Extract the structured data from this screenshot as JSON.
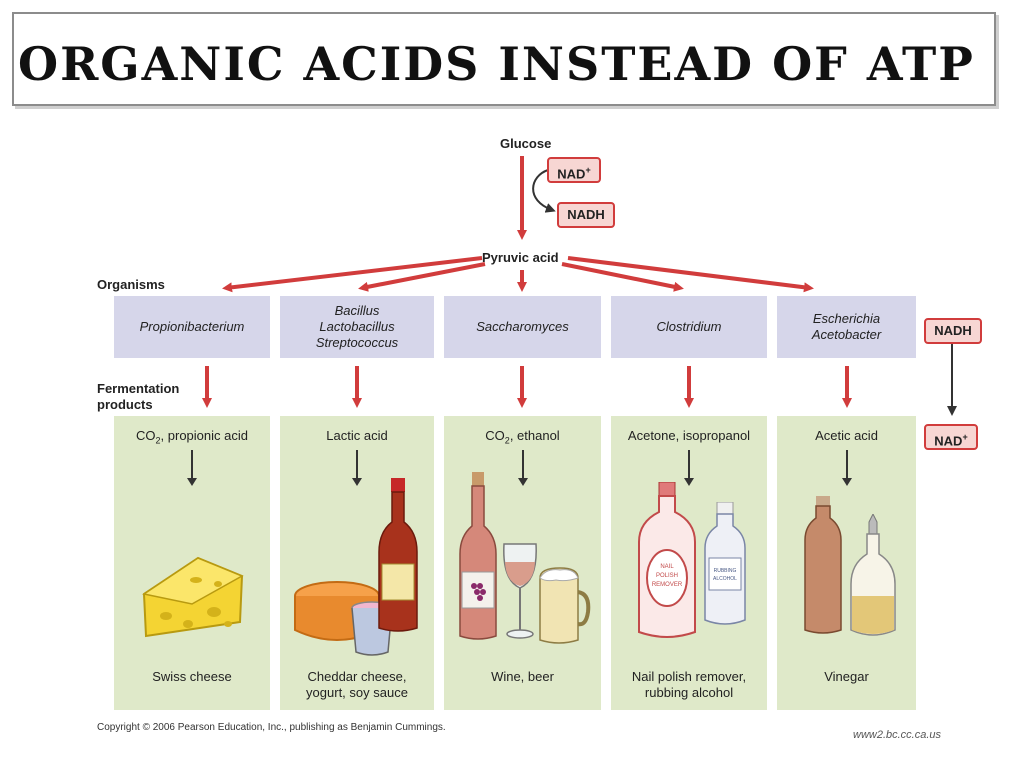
{
  "title": "ORGANIC ACIDS INSTEAD OF ATP",
  "diagram": {
    "glucose": "Glucose",
    "nad_plus": "NAD",
    "plus_sup": "+",
    "nadh": "NADH",
    "pyruvic_acid": "Pyruvic acid",
    "organisms_label": "Organisms",
    "fermentation_label_1": "Fermentation",
    "fermentation_label_2": "products",
    "right_nadh": "NADH",
    "right_nad_plus": "NAD",
    "columns": [
      {
        "organism_lines": [
          "Propionibacterium"
        ],
        "product_main": "CO",
        "product_sub": "2",
        "product_rest": ", propionic acid",
        "result_lines": [
          "Swiss cheese"
        ]
      },
      {
        "organism_lines": [
          "Bacillus",
          "Lactobacillus",
          "Streptococcus"
        ],
        "product_main": "Lactic acid",
        "product_sub": "",
        "product_rest": "",
        "result_lines": [
          "Cheddar cheese,",
          "yogurt, soy sauce"
        ]
      },
      {
        "organism_lines": [
          "Saccharomyces"
        ],
        "product_main": "CO",
        "product_sub": "2",
        "product_rest": ", ethanol",
        "result_lines": [
          "Wine, beer"
        ]
      },
      {
        "organism_lines": [
          "Clostridium"
        ],
        "product_main": "Acetone, isopropanol",
        "product_sub": "",
        "product_rest": "",
        "result_lines": [
          "Nail polish remover,",
          "rubbing alcohol"
        ]
      },
      {
        "organism_lines": [
          "Escherichia",
          "Acetobacter"
        ],
        "product_main": "Acetic acid",
        "product_sub": "",
        "product_rest": "",
        "result_lines": [
          "Vinegar"
        ]
      }
    ],
    "bottle_labels": {
      "nail_1": "NAIL",
      "nail_2": "POLISH",
      "nail_3": "REMOVER",
      "rub_1": "RUBBING",
      "rub_2": "ALCOHOL"
    },
    "copyright": "Copyright © 2006 Pearson Education, Inc., publishing as Benjamin Cummings.",
    "source": "www2.bc.cc.ca.us"
  },
  "colors": {
    "arrow_red": "#d13c3c",
    "organism_box": "#d6d6ea",
    "product_panel": "#dfe9c9",
    "pill_fill": "#f7d6d3"
  },
  "icons": [
    "swiss-cheese-icon",
    "cheddar-cheese-icon",
    "yogurt-cup-icon",
    "soy-sauce-bottle-icon",
    "wine-bottle-icon",
    "wine-glass-icon",
    "beer-mug-icon",
    "nail-polish-remover-bottle-icon",
    "rubbing-alcohol-bottle-icon",
    "vinegar-bottle-icon",
    "oil-cruet-icon"
  ]
}
